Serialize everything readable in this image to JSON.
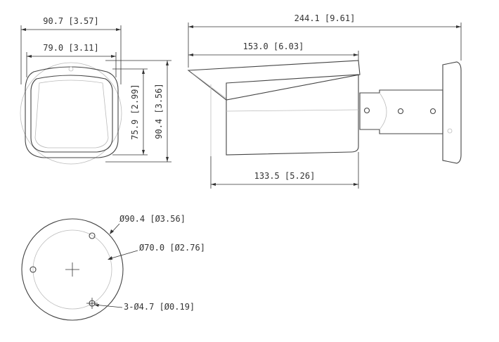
{
  "front_view": {
    "overall_width": "90.7 [3.57]",
    "body_width": "79.0 [3.11]",
    "body_height": "75.9 [2.99]",
    "overall_height": "90.4 [3.56]"
  },
  "side_view": {
    "total_length": "244.1 [9.61]",
    "hood_length": "153.0 [6.03]",
    "body_length": "133.5 [5.26]"
  },
  "base_view": {
    "outer_diameter": "Ø90.4 [Ø3.56]",
    "pitch_diameter": "Ø70.0 [Ø2.76]",
    "holes": "3-Ø4.7 [Ø0.19]"
  }
}
